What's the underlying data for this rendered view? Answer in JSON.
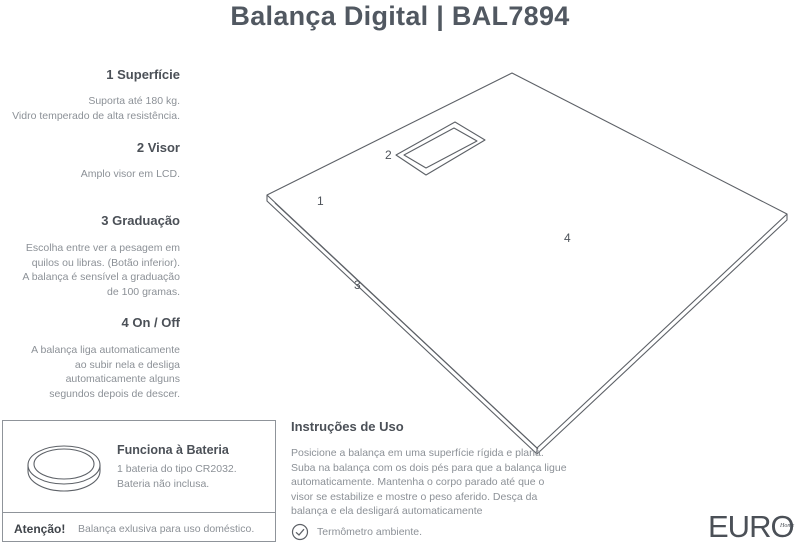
{
  "title": "Balança Digital | BAL7894",
  "features": [
    {
      "title": "1 Superfície",
      "text": "Suporta até 180 kg.\nVidro temperado de alta resistência."
    },
    {
      "title": "2 Visor",
      "text": "Amplo visor em LCD."
    },
    {
      "title": "3 Graduação",
      "text": "Escolha entre ver a pesagem em\nquilos ou libras. (Botão inferior).\nA balança é sensível a graduação\nde 100 gramas."
    },
    {
      "title": "4 On / Off",
      "text": "A balança liga automaticamente\nao subir nela e desliga\nautomaticamente alguns\nsegundos depois de descer."
    }
  ],
  "callouts": [
    "1",
    "2",
    "3",
    "4"
  ],
  "battery": {
    "title": "Funciona à Bateria",
    "text": "1 bateria do tipo CR2032.\nBateria não inclusa.",
    "icon": "coin-battery-icon"
  },
  "attention": {
    "label": "Atenção!",
    "text": "Balança exlusiva para uso doméstico."
  },
  "instructions": {
    "title": "Instruções de Uso",
    "text": "Posicione a balança em uma superfície rígida e plana.\nSuba na balança com os dois pés para que a balança ligue\nautomaticamente. Mantenha o corpo parado até que o\nvisor se estabilize e mostre o peso aferido. Desça da\nbalança e ela desligará automaticamente"
  },
  "thermometer": {
    "text": "Termômetro ambiente.",
    "icon": "check-circle-icon"
  },
  "logo": {
    "brand": "EURO",
    "sub": "Home"
  }
}
